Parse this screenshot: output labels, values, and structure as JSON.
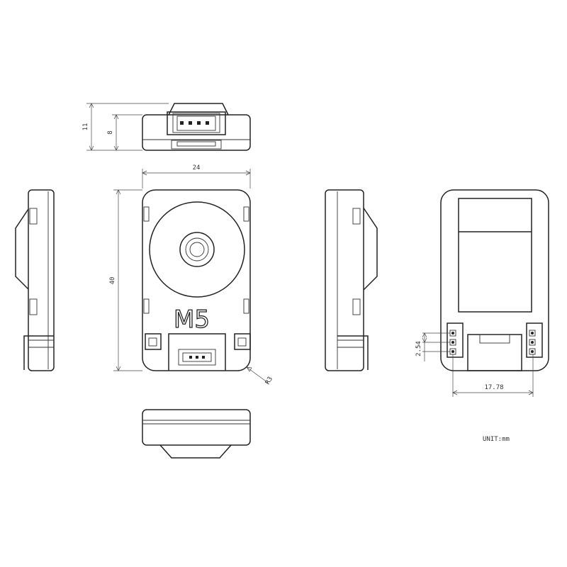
{
  "dimensions": {
    "height_total": "11",
    "height_body": "8",
    "width": "24",
    "length": "40",
    "corner_radius": "R3",
    "pin_pitch": "2.54",
    "pin_span": "17.78"
  },
  "logo": "M5",
  "unit_label": "UNIT:mm"
}
